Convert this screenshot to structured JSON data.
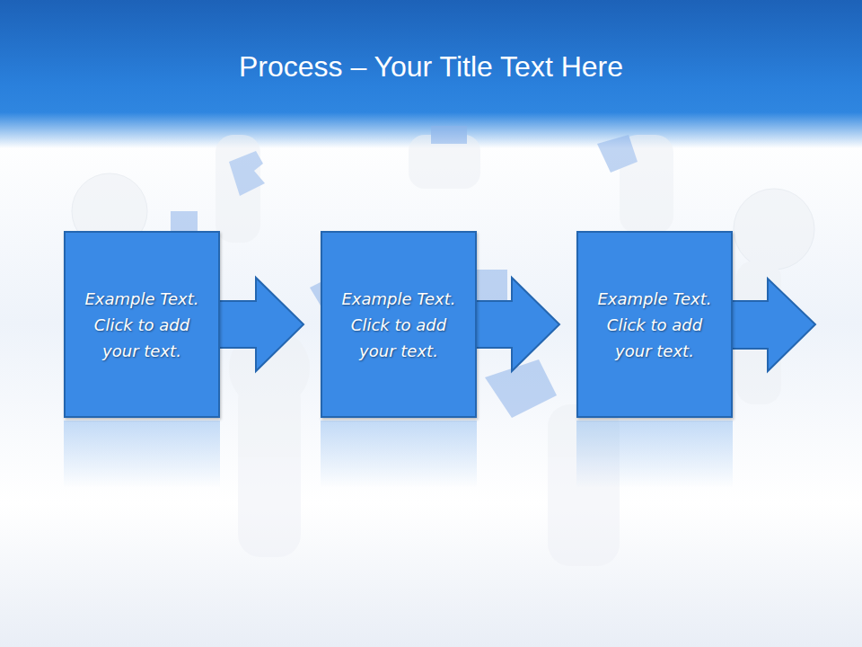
{
  "diagram": {
    "title": "Process – Your Title Text Here",
    "nodes": [
      {
        "text": [
          "Example Text. Click to add your text."
        ]
      },
      {
        "text": [
          "Example Text. Click to add your text."
        ]
      },
      {
        "text": [
          "Example Text. Click to add your text."
        ]
      }
    ],
    "edges": [
      {
        "from": 0,
        "to": 1,
        "arrow": "to"
      },
      {
        "from": 1,
        "to": 2,
        "arrow": "to"
      }
    ]
  }
}
